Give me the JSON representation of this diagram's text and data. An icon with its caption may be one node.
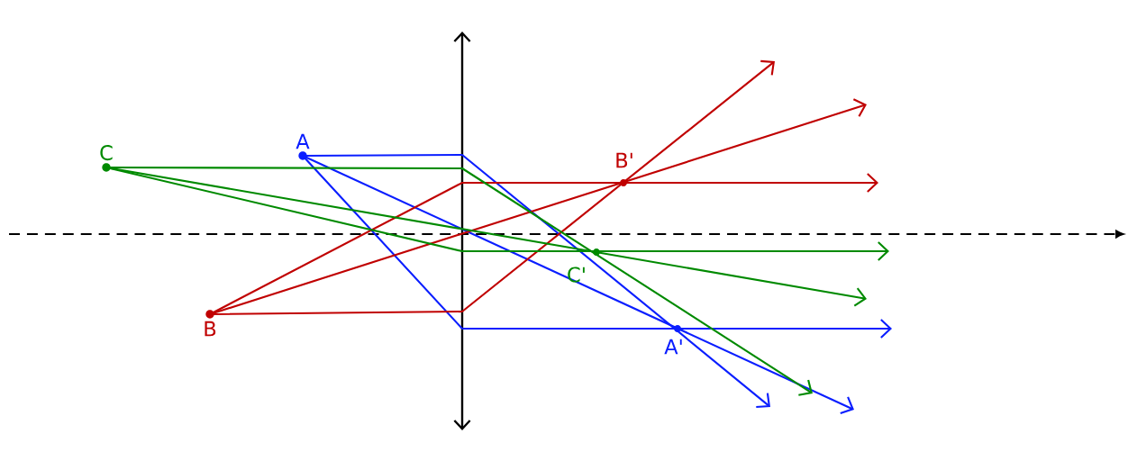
{
  "diagram": {
    "nodes": [
      {
        "text": [
          "A"
        ]
      },
      {
        "text": [
          "B"
        ]
      },
      {
        "text": [
          "C"
        ]
      }
    ],
    "edges": [
      {
        "from": 0,
        "to": null,
        "arrow": "to",
        "color": "#0a1eff"
      },
      {
        "from": 0,
        "to": null,
        "arrow": "to",
        "color": "#0a1eff"
      },
      {
        "from": 0,
        "to": null,
        "arrow": "to",
        "color": "#0a1eff"
      },
      {
        "from": 1,
        "to": null,
        "arrow": "to",
        "color": "#c00000"
      },
      {
        "from": 1,
        "to": null,
        "arrow": "to",
        "color": "#c00000"
      },
      {
        "from": 1,
        "to": null,
        "arrow": "to",
        "color": "#c00000"
      },
      {
        "from": 2,
        "to": null,
        "arrow": "to",
        "color": "#008a00"
      },
      {
        "from": 2,
        "to": null,
        "arrow": "to",
        "color": "#008a00"
      },
      {
        "from": 2,
        "to": null,
        "arrow": "to",
        "color": "#008a00"
      }
    ],
    "labels": [
      "B'",
      "C'",
      "A'"
    ]
  }
}
